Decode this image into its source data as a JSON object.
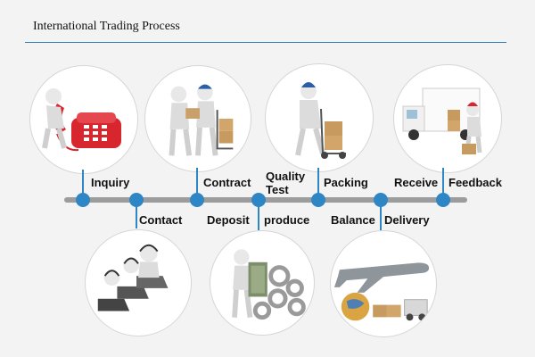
{
  "title": "International Trading Process",
  "steps_top": [
    {
      "id": "inquiry",
      "label": "Inquiry"
    },
    {
      "id": "contract",
      "label": "Contract"
    },
    {
      "id": "quality-test",
      "label": "Quality\nTest"
    },
    {
      "id": "packing",
      "label": "Packing"
    },
    {
      "id": "receive",
      "label": "Receive"
    },
    {
      "id": "feedback",
      "label": "Feedback"
    }
  ],
  "steps_bottom": [
    {
      "id": "contact",
      "label": "Contact"
    },
    {
      "id": "deposit",
      "label": "Deposit"
    },
    {
      "id": "produce",
      "label": "produce"
    },
    {
      "id": "balance",
      "label": "Balance"
    },
    {
      "id": "delivery",
      "label": "Delivery"
    }
  ],
  "colors": {
    "accent": "#2f86c4",
    "timeline": "#9c9c9c",
    "title_rule": "#2a7db5",
    "background": "#f3f3f3"
  },
  "illustrations": [
    "phone-inquiry-illustration",
    "handshake-contract-illustration",
    "hand-truck-illustration",
    "delivery-truck-illustration",
    "call-center-illustration",
    "money-gears-illustration",
    "airplane-globe-illustration"
  ]
}
